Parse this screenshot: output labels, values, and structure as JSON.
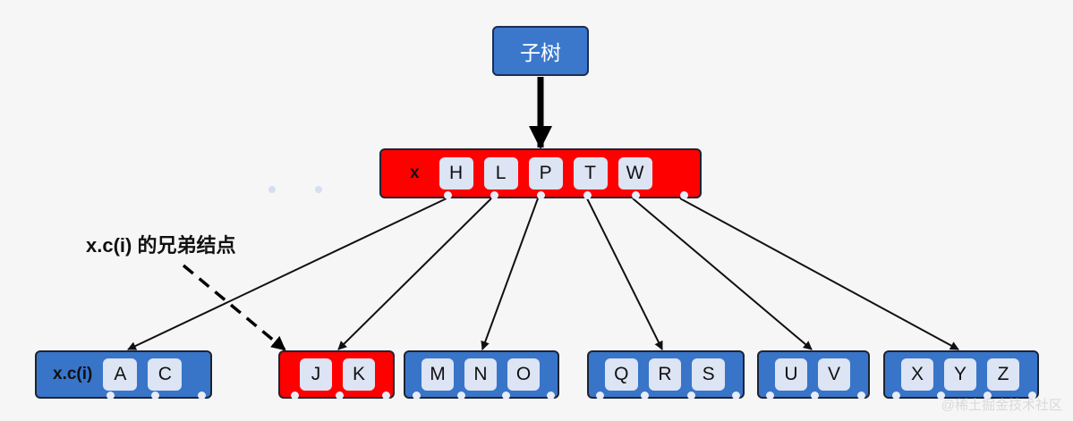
{
  "root_label": "子树",
  "parent_node": {
    "label": "x",
    "keys": [
      "H",
      "L",
      "P",
      "T",
      "W"
    ],
    "highlight_color": "#ff0000"
  },
  "children": [
    {
      "label": "x.c(i)",
      "keys": [
        "A",
        "C"
      ],
      "color": "#3875c9"
    },
    {
      "label": "",
      "keys": [
        "J",
        "K"
      ],
      "color": "#ff0000"
    },
    {
      "label": "",
      "keys": [
        "M",
        "N",
        "O"
      ],
      "color": "#3875c9"
    },
    {
      "label": "",
      "keys": [
        "Q",
        "R",
        "S"
      ],
      "color": "#3875c9"
    },
    {
      "label": "",
      "keys": [
        "U",
        "V"
      ],
      "color": "#3875c9"
    },
    {
      "label": "",
      "keys": [
        "X",
        "Y",
        "Z"
      ],
      "color": "#3875c9"
    }
  ],
  "callout_text": "x.c(i) 的兄弟结点",
  "watermark": "@稀土掘金技术社区"
}
